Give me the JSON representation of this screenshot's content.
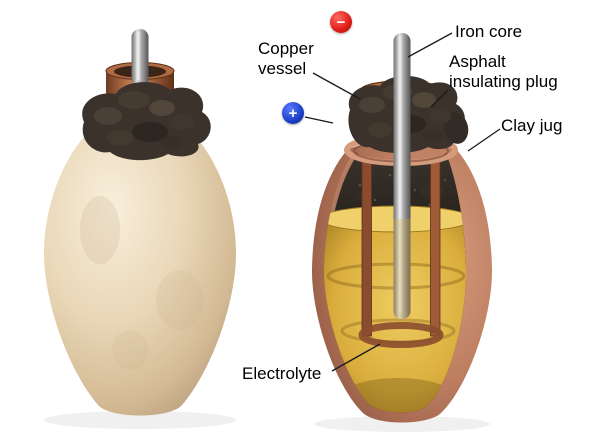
{
  "labels": {
    "iron_core": "Iron core",
    "copper_vessel": "Copper\nvessel",
    "asphalt_plug": "Asphalt\ninsulating plug",
    "clay_jug": "Clay jug",
    "electrolyte": "Electrolyte"
  },
  "badges": {
    "negative": "−",
    "positive": "+"
  },
  "colors": {
    "negative_badge": "#e01b17",
    "positive_badge": "#1b3fc9",
    "clay_light": "#e9d7b7",
    "clay_terracotta": "#b97a5d",
    "copper": "#a5613d",
    "iron": "#a8a8a8",
    "asphalt": "#3a322b",
    "electrolyte": "#d9ad3c"
  }
}
